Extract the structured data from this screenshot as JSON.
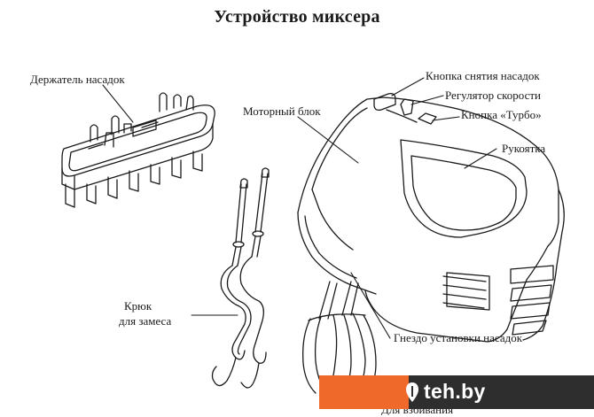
{
  "title": "Устройство миксера",
  "labels": {
    "holder": "Держатель насадок",
    "motor": "Моторный блок",
    "eject": "Кнопка снятия насадок",
    "speed": "Регулятор скорости",
    "turbo": "Кнопка «Турбо»",
    "handle": "Рукоятка",
    "hook_line1": "Крюк",
    "hook_line2": "для замеса",
    "socket": "Гнездо установки насадок",
    "beater": "Для взбивания"
  },
  "watermark": {
    "text": "teh.by",
    "colors": {
      "accent": "#ef6a2a",
      "band": "#2e2e2e"
    }
  }
}
